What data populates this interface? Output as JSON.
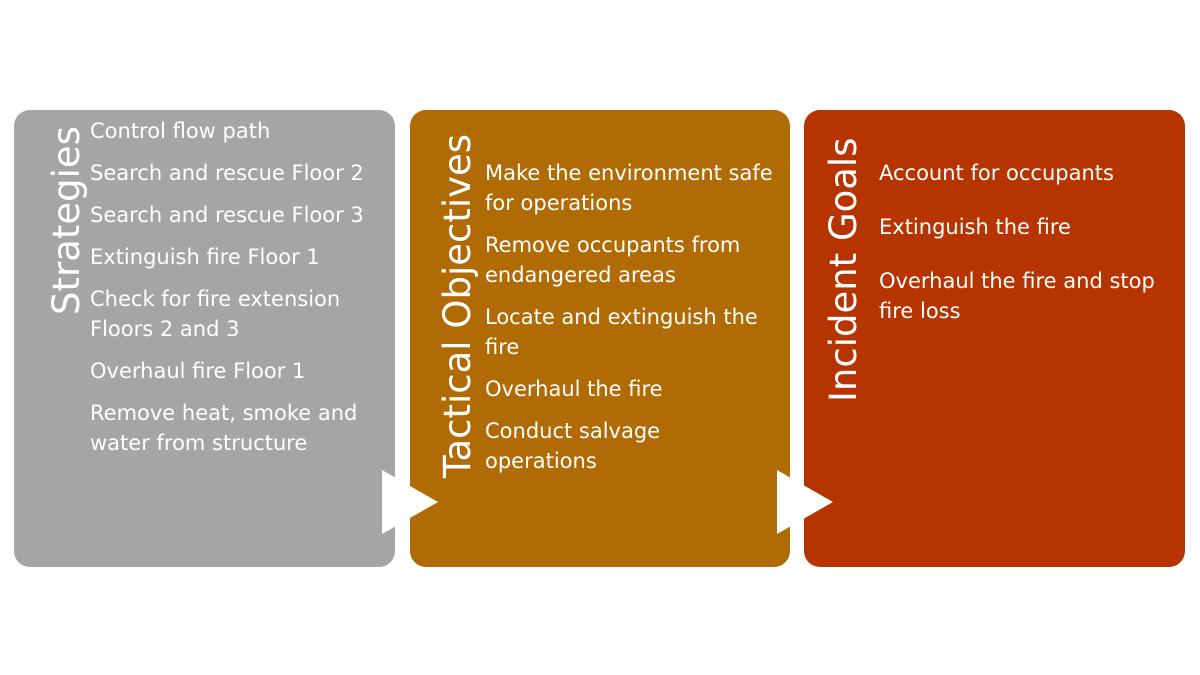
{
  "panels": [
    {
      "title": "Strategies",
      "color": "#a5a5a5",
      "items": [
        "Control flow path",
        "Search and rescue Floor 2",
        "Search and rescue Floor 3",
        "Extinguish fire Floor 1",
        "Check for fire extension Floors 2 and 3",
        "Overhaul fire Floor 1",
        "Remove heat, smoke and water from structure"
      ]
    },
    {
      "title": "Tactical Objectives",
      "color": "#b16b05",
      "items": [
        "Make the environment safe for operations",
        "Remove occupants from endangered areas",
        "Locate and extinguish the fire",
        "Overhaul the fire",
        "Conduct salvage operations"
      ]
    },
    {
      "title": "Incident Goals",
      "color": "#b53400",
      "items": [
        "Account for occupants",
        "Extinguish the fire",
        "Overhaul the fire and stop fire loss"
      ]
    }
  ]
}
